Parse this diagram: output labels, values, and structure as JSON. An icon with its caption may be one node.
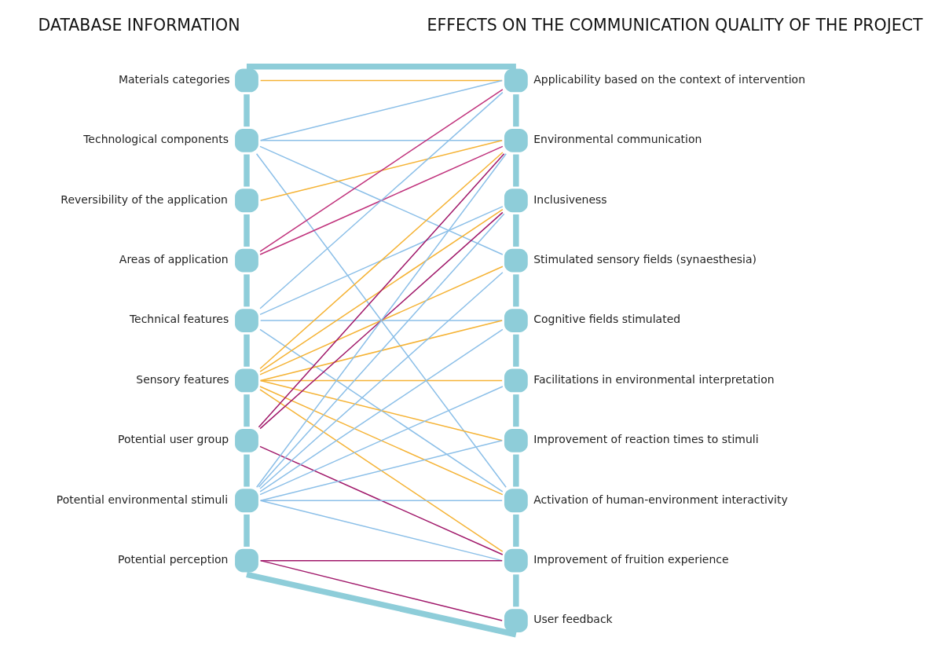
{
  "diagram": {
    "nodes": [
      {
        "text": [
          "Materials categories"
        ]
      },
      {
        "text": [
          "Technological components"
        ]
      },
      {
        "text": [
          "Reversibility of the application"
        ]
      },
      {
        "text": [
          "Areas of application"
        ]
      },
      {
        "text": [
          "Technical features"
        ]
      },
      {
        "text": [
          "Sensory features"
        ]
      },
      {
        "text": [
          "Potential user group"
        ]
      },
      {
        "text": [
          "Potential environmental stimuli"
        ]
      },
      {
        "text": [
          "Potential perception"
        ]
      },
      {
        "text": [
          "Applicability based on the context of intervention"
        ]
      },
      {
        "text": [
          "Environmental communication"
        ]
      },
      {
        "text": [
          "Inclusiveness"
        ]
      },
      {
        "text": [
          "Stimulated sensory fields (synaesthesia)"
        ]
      },
      {
        "text": [
          "Cognitive fields stimulated"
        ]
      },
      {
        "text": [
          "Facilitations in environmental interpretation"
        ]
      },
      {
        "text": [
          "Improvement of reaction times to stimuli"
        ]
      },
      {
        "text": [
          "Activation of human-environment interactivity"
        ]
      },
      {
        "text": [
          "Improvement of fruition experience"
        ]
      },
      {
        "text": [
          "User feedback"
        ]
      }
    ],
    "edges": [
      {
        "from": 0,
        "to": 9,
        "arrow": "none",
        "color": "#f5b335"
      },
      {
        "from": 1,
        "to": 9,
        "arrow": "none"
      },
      {
        "from": 1,
        "to": 10,
        "arrow": "none"
      },
      {
        "from": 1,
        "to": 12,
        "arrow": "none"
      },
      {
        "from": 1,
        "to": 16,
        "arrow": "none"
      },
      {
        "from": 2,
        "to": 10,
        "arrow": "none",
        "color": "#f5b335"
      },
      {
        "from": 3,
        "to": 9,
        "arrow": "none",
        "color": "#c0327c"
      },
      {
        "from": 3,
        "to": 10,
        "arrow": "none",
        "color": "#c0327c"
      },
      {
        "from": 4,
        "to": 9,
        "arrow": "none"
      },
      {
        "from": 4,
        "to": 11,
        "arrow": "none"
      },
      {
        "from": 4,
        "to": 13,
        "arrow": "none"
      },
      {
        "from": 4,
        "to": 16,
        "arrow": "none"
      },
      {
        "from": 5,
        "to": 10,
        "arrow": "none",
        "color": "#f5b335"
      },
      {
        "from": 5,
        "to": 11,
        "arrow": "none",
        "color": "#f5b335"
      },
      {
        "from": 5,
        "to": 12,
        "arrow": "none",
        "color": "#f5b335"
      },
      {
        "from": 5,
        "to": 13,
        "arrow": "none",
        "color": "#f5b335"
      },
      {
        "from": 5,
        "to": 14,
        "arrow": "none",
        "color": "#f5b335"
      },
      {
        "from": 5,
        "to": 15,
        "arrow": "none",
        "color": "#f5b335"
      },
      {
        "from": 5,
        "to": 16,
        "arrow": "none",
        "color": "#f5b335"
      },
      {
        "from": 5,
        "to": 17,
        "arrow": "none",
        "color": "#f5b335"
      },
      {
        "from": 6,
        "to": 10,
        "arrow": "none",
        "color": "#a0186a"
      },
      {
        "from": 6,
        "to": 11,
        "arrow": "none",
        "color": "#a0186a"
      },
      {
        "from": 6,
        "to": 17,
        "arrow": "none",
        "color": "#a0186a"
      },
      {
        "from": 7,
        "to": 10,
        "arrow": "none"
      },
      {
        "from": 7,
        "to": 11,
        "arrow": "none"
      },
      {
        "from": 7,
        "to": 12,
        "arrow": "none"
      },
      {
        "from": 7,
        "to": 13,
        "arrow": "none"
      },
      {
        "from": 7,
        "to": 14,
        "arrow": "none"
      },
      {
        "from": 7,
        "to": 15,
        "arrow": "none"
      },
      {
        "from": 7,
        "to": 16,
        "arrow": "none"
      },
      {
        "from": 7,
        "to": 17,
        "arrow": "none"
      },
      {
        "from": 8,
        "to": 17,
        "arrow": "none",
        "color": "#a0186a"
      },
      {
        "from": 8,
        "to": 18,
        "arrow": "none",
        "color": "#a0186a"
      },
      {
        "from": 0,
        "to": 1,
        "arrow": "none",
        "style": "thick",
        "color": "#8ecdd9"
      },
      {
        "from": 1,
        "to": 2,
        "arrow": "none",
        "style": "thick",
        "color": "#8ecdd9"
      },
      {
        "from": 2,
        "to": 3,
        "arrow": "none",
        "style": "thick",
        "color": "#8ecdd9"
      },
      {
        "from": 3,
        "to": 4,
        "arrow": "none",
        "style": "thick",
        "color": "#8ecdd9"
      },
      {
        "from": 4,
        "to": 5,
        "arrow": "none",
        "style": "thick",
        "color": "#8ecdd9"
      },
      {
        "from": 5,
        "to": 6,
        "arrow": "none",
        "style": "thick",
        "color": "#8ecdd9"
      },
      {
        "from": 6,
        "to": 7,
        "arrow": "none",
        "style": "thick",
        "color": "#8ecdd9"
      },
      {
        "from": 7,
        "to": 8,
        "arrow": "none",
        "style": "thick",
        "color": "#8ecdd9"
      },
      {
        "from": 8,
        "to": 18,
        "arrow": "none",
        "style": "thick",
        "color": "#8ecdd9"
      },
      {
        "from": 18,
        "to": 17,
        "arrow": "none",
        "style": "thick",
        "color": "#8ecdd9"
      },
      {
        "from": 17,
        "to": 16,
        "arrow": "none",
        "style": "thick",
        "color": "#8ecdd9"
      },
      {
        "from": 16,
        "to": 15,
        "arrow": "none",
        "style": "thick",
        "color": "#8ecdd9"
      },
      {
        "from": 15,
        "to": 14,
        "arrow": "none",
        "style": "thick",
        "color": "#8ecdd9"
      },
      {
        "from": 14,
        "to": 13,
        "arrow": "none",
        "style": "thick",
        "color": "#8ecdd9"
      },
      {
        "from": 13,
        "to": 12,
        "arrow": "none",
        "style": "thick",
        "color": "#8ecdd9"
      },
      {
        "from": 12,
        "to": 11,
        "arrow": "none",
        "style": "thick",
        "color": "#8ecdd9"
      },
      {
        "from": 11,
        "to": 10,
        "arrow": "none",
        "style": "thick",
        "color": "#8ecdd9"
      },
      {
        "from": 10,
        "to": 9,
        "arrow": "none",
        "style": "thick",
        "color": "#8ecdd9"
      },
      {
        "from": 9,
        "to": 0,
        "arrow": "none",
        "style": "thick",
        "color": "#8ecdd9"
      }
    ],
    "labels": [
      "DATABASE INFORMATION",
      "EFFECTS ON THE COMMUNICATION QUALITY OF THE PROJECT"
    ]
  }
}
